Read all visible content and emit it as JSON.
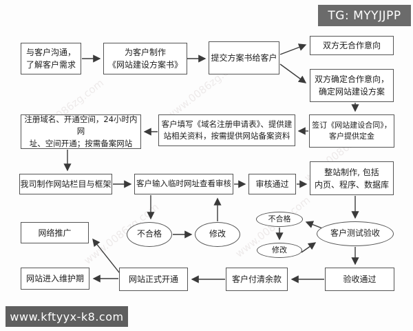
{
  "badges": {
    "telegram": "TG: MYYJJPP",
    "website": "www.kftyyx-k8.com"
  },
  "watermark": {
    "text": "www.0086zg.com"
  },
  "colors": {
    "page_bg": "#fdfdfd",
    "badge_bg_top": "#6b6b6b",
    "badge_bg_bottom": "#5f5f5f",
    "box_bg": "#ffffff",
    "box_border": "#545454",
    "text": "#1c1c1c",
    "arrow": "#3a3a3a",
    "watermark": "#b9a9a9"
  },
  "nodes": {
    "communicate": "与客户沟通，\n了解客户需求",
    "make_proposal": "为客户制作\n《网站建设方案书》",
    "submit_proposal": "提交方案书给客户",
    "no_intent": "双方无合作意向",
    "confirm_intent": "双方确定合作意向，\n确定网站建设方案",
    "sign_contract": "签订《网站建设合同》，\n客户提供定金",
    "fill_form": "客户填写《域名注册申请表》、提供建\n站相关资料，按需提供网站备案资料",
    "register_domain": "注册域名、开通空间，24小时内网\n址、空间开通；按需备案网站",
    "build_frame": "我司制作网站栏目与框架",
    "client_review": "客户输入临时网址查看审核",
    "review_pass": "审核通过",
    "full_build": "整站制作, 包括\n内页、程序、数据库",
    "fail1": "不合格",
    "revise1": "修改",
    "fail2": "不合格",
    "revise2": "修改",
    "client_test": "客户测试验收",
    "promotion": "网络推广",
    "maintenance": "网站进入维护期",
    "launch": "网站正式开通",
    "pay_balance": "客户付清余款",
    "accept_pass": "验收通过"
  },
  "edges": [
    {
      "from": "communicate",
      "to": "make_proposal"
    },
    {
      "from": "make_proposal",
      "to": "submit_proposal"
    },
    {
      "from": "submit_proposal",
      "to": "no_intent"
    },
    {
      "from": "submit_proposal",
      "to": "confirm_intent"
    },
    {
      "from": "confirm_intent",
      "to": "sign_contract"
    },
    {
      "from": "sign_contract",
      "to": "fill_form"
    },
    {
      "from": "fill_form",
      "to": "register_domain"
    },
    {
      "from": "register_domain",
      "to": "build_frame"
    },
    {
      "from": "build_frame",
      "to": "client_review"
    },
    {
      "from": "client_review",
      "to": "review_pass"
    },
    {
      "from": "review_pass",
      "to": "full_build"
    },
    {
      "from": "client_review",
      "to": "fail1"
    },
    {
      "from": "fail1",
      "to": "revise1"
    },
    {
      "from": "revise1",
      "to": "client_review"
    },
    {
      "from": "full_build",
      "to": "client_test"
    },
    {
      "from": "client_test",
      "to": "fail2"
    },
    {
      "from": "fail2",
      "to": "revise2"
    },
    {
      "from": "revise2",
      "to": "client_test"
    },
    {
      "from": "client_test",
      "to": "accept_pass"
    },
    {
      "from": "accept_pass",
      "to": "pay_balance"
    },
    {
      "from": "pay_balance",
      "to": "launch"
    },
    {
      "from": "launch",
      "to": "maintenance"
    },
    {
      "from": "launch",
      "to": "promotion"
    }
  ]
}
